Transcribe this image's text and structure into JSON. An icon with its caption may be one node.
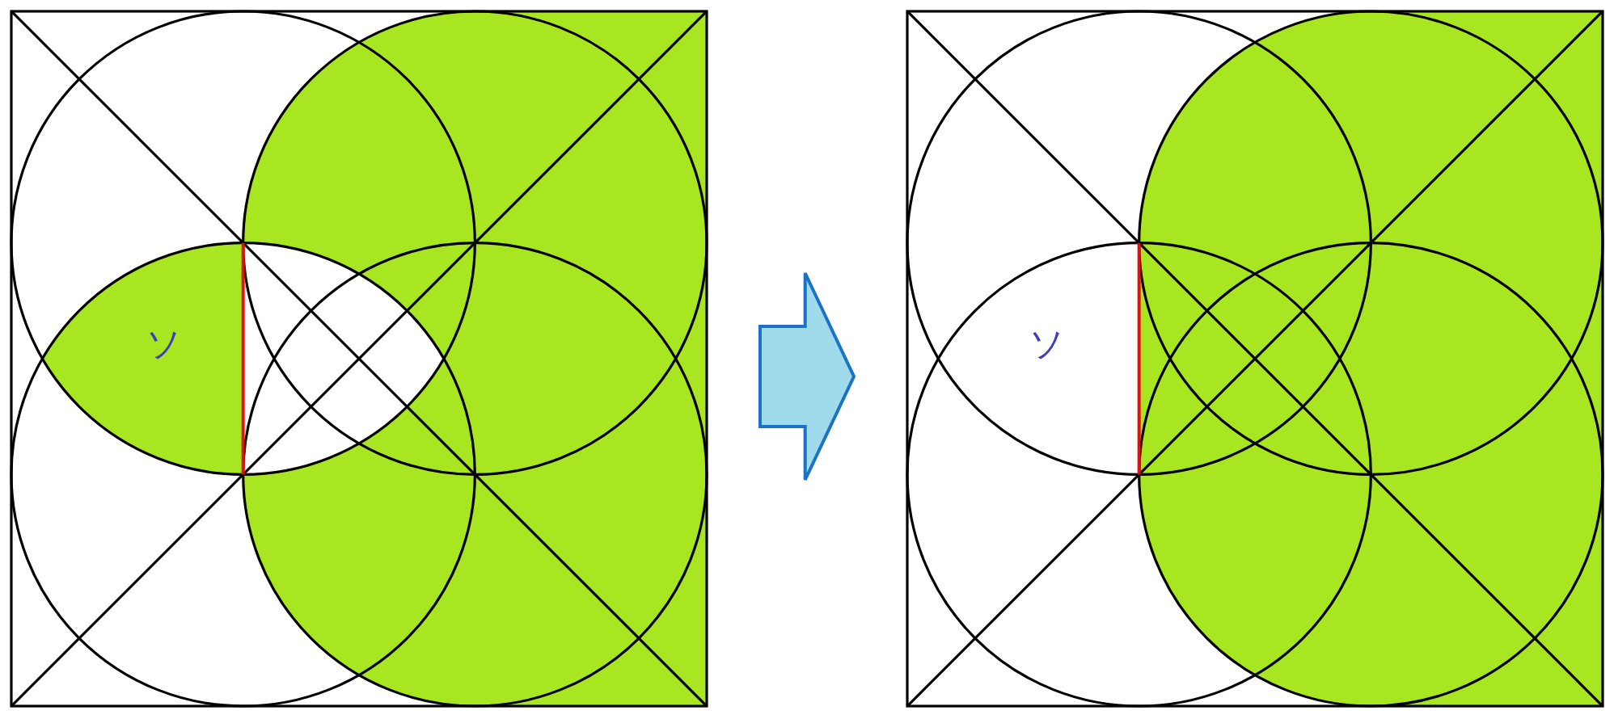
{
  "diagram": {
    "nodes": [
      {
        "text": [
          "ソ"
        ]
      },
      {
        "text": [
          "ソ"
        ]
      }
    ],
    "edges": [
      {
        "from": 0,
        "to": 1,
        "arrow": "to"
      }
    ]
  }
}
